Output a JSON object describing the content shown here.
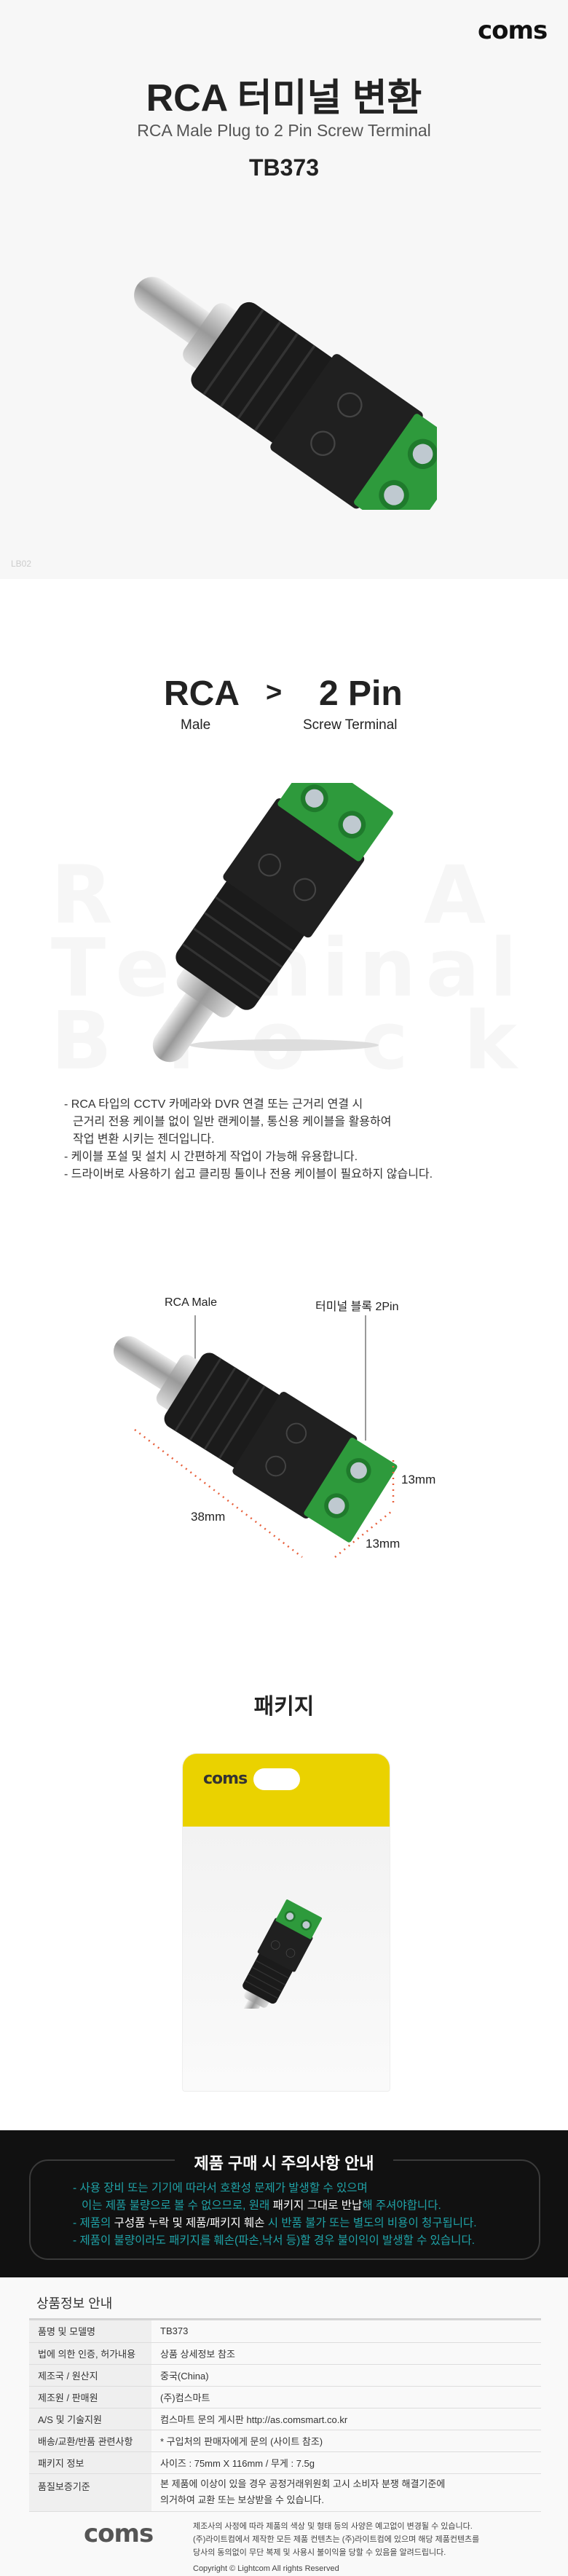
{
  "brand": "coms",
  "hero": {
    "title": "RCA 터미널 변환",
    "subtitle": "RCA Male Plug to 2 Pin Screw Terminal",
    "model": "TB373",
    "image_code": "LB02"
  },
  "conversion": {
    "from": "RCA",
    "from_sub": "Male",
    "arrow": ">",
    "to": "2 Pin",
    "to_sub": "Screw Terminal",
    "watermark": [
      "R",
      "C",
      "A",
      "T",
      "e",
      "r",
      "m",
      "i",
      "n",
      "a",
      "l",
      "B",
      "l",
      "o",
      "c",
      "k"
    ]
  },
  "features": [
    "- RCA 타입의 CCTV 카메라와 DVR 연결 또는 근거리 연결 시",
    "근거리 전용 케이블 없이 일반 랜케이블, 통신용 케이블을 활용하여",
    "작업 변환 시키는 젠더입니다.",
    "- 케이블 포설 및 설치 시 간편하게 작업이 가능해 유용합니다.",
    "- 드라이버로 사용하기 쉽고 클리핑 툴이나 전용 케이블이 필요하지 않습니다."
  ],
  "dimensions": {
    "label_left": "RCA Male",
    "label_right": "터미널 블록 2Pin",
    "length": "38mm",
    "width": "13mm",
    "height": "13mm",
    "accent": "#e8603c"
  },
  "package": {
    "title": "패키지",
    "bag_brand": "coms"
  },
  "notice": {
    "title": "제품 구매 시 주의사항 안내",
    "line1": "- 사용 장비 또는 기기에 따라서 호환성 문제가 발생할 수 있으며",
    "line2a": "이는 제품 불량으로 볼 수 없으므로, 원래 ",
    "line2b": "패키지 그대로 반납",
    "line2c": "해 주셔야합니다.",
    "line3a": "- 제품의 ",
    "line3b": "구성품 누락 및 제품/패키지 훼손",
    "line3c": " 시 반품 불가 또는 별도의 비용이 청구됩니다.",
    "line4": "- 제품이 불량이라도 패키지를 훼손(파손,낙서 등)할 경우 불이익이 발생할 수 있습니다.",
    "accent": "#1fa3a8"
  },
  "info": {
    "title": "상품정보 안내",
    "rows": [
      {
        "k": "품명 및 모델명",
        "v": "TB373"
      },
      {
        "k": "법에 의한 인증, 허가내용",
        "v": "상품 상세정보 참조"
      },
      {
        "k": "제조국 / 원산지",
        "v": "중국(China)"
      },
      {
        "k": "제조원 / 판매원",
        "v": "(주)컴스마트"
      },
      {
        "k": "A/S 및 기술지원",
        "v": "컴스마트 문의 게시판   http://as.comsmart.co.kr"
      },
      {
        "k": "배송/교환/반품 관련사항",
        "v": "* 구입처의 판매자에게 문의 (사이트 참조)"
      },
      {
        "k": "패키지 정보",
        "v": "사이즈 : 75mm X 116mm   /   무게 : 7.5g"
      },
      {
        "k": "품질보증기준",
        "v": "본 제품에 이상이 있을 경우 공정거래위원회 고시 소비자 분쟁 해결기준에",
        "v2": "의거하여 교환 또는 보상받을 수 있습니다."
      }
    ]
  },
  "footer": {
    "lines": [
      "제조사의 사정에 따라 제품의 색상 및 형태 등의 사양은 예고없이 변경될 수 있습니다.",
      "(주)라이트컴에서 제작한 모든 제품 컨텐츠는 (주)라이트컴에 있으며 해당 제품컨텐츠를",
      "당사의 동의없이 무단 복제 및 사용시 불이익을 당할 수 있음을 알려드립니다."
    ],
    "copyright": "Copyright © Lightcom All rights Reserved"
  }
}
